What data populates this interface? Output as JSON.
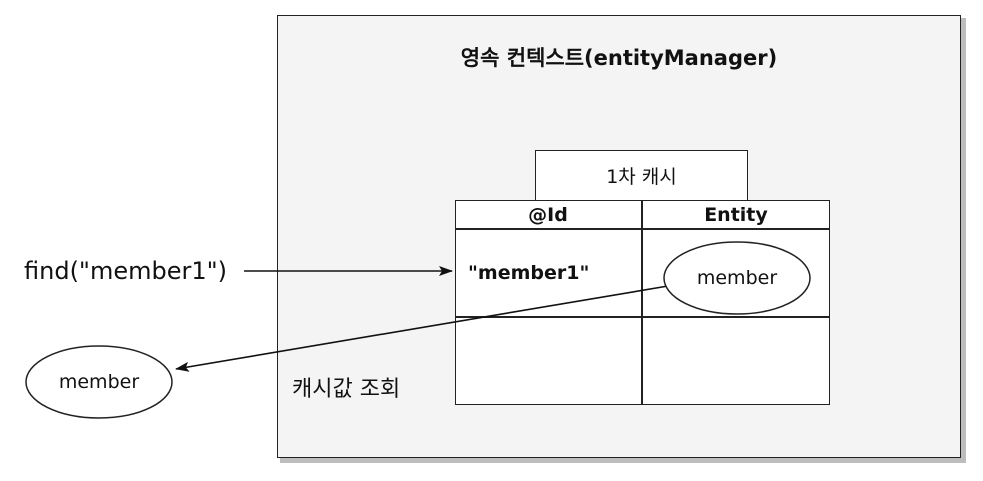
{
  "persistence_context": {
    "title": "영속 컨텍스트(entityManager)"
  },
  "first_level_cache": {
    "label": "1차 캐시",
    "columns": [
      "@Id",
      "Entity"
    ],
    "rows": [
      {
        "id": "\"member1\"",
        "entity": "member"
      },
      {
        "id": "",
        "entity": ""
      }
    ]
  },
  "call": {
    "label": "find(\"member1\")"
  },
  "result": {
    "label": "member"
  },
  "lookup_label": "캐시값 조회"
}
